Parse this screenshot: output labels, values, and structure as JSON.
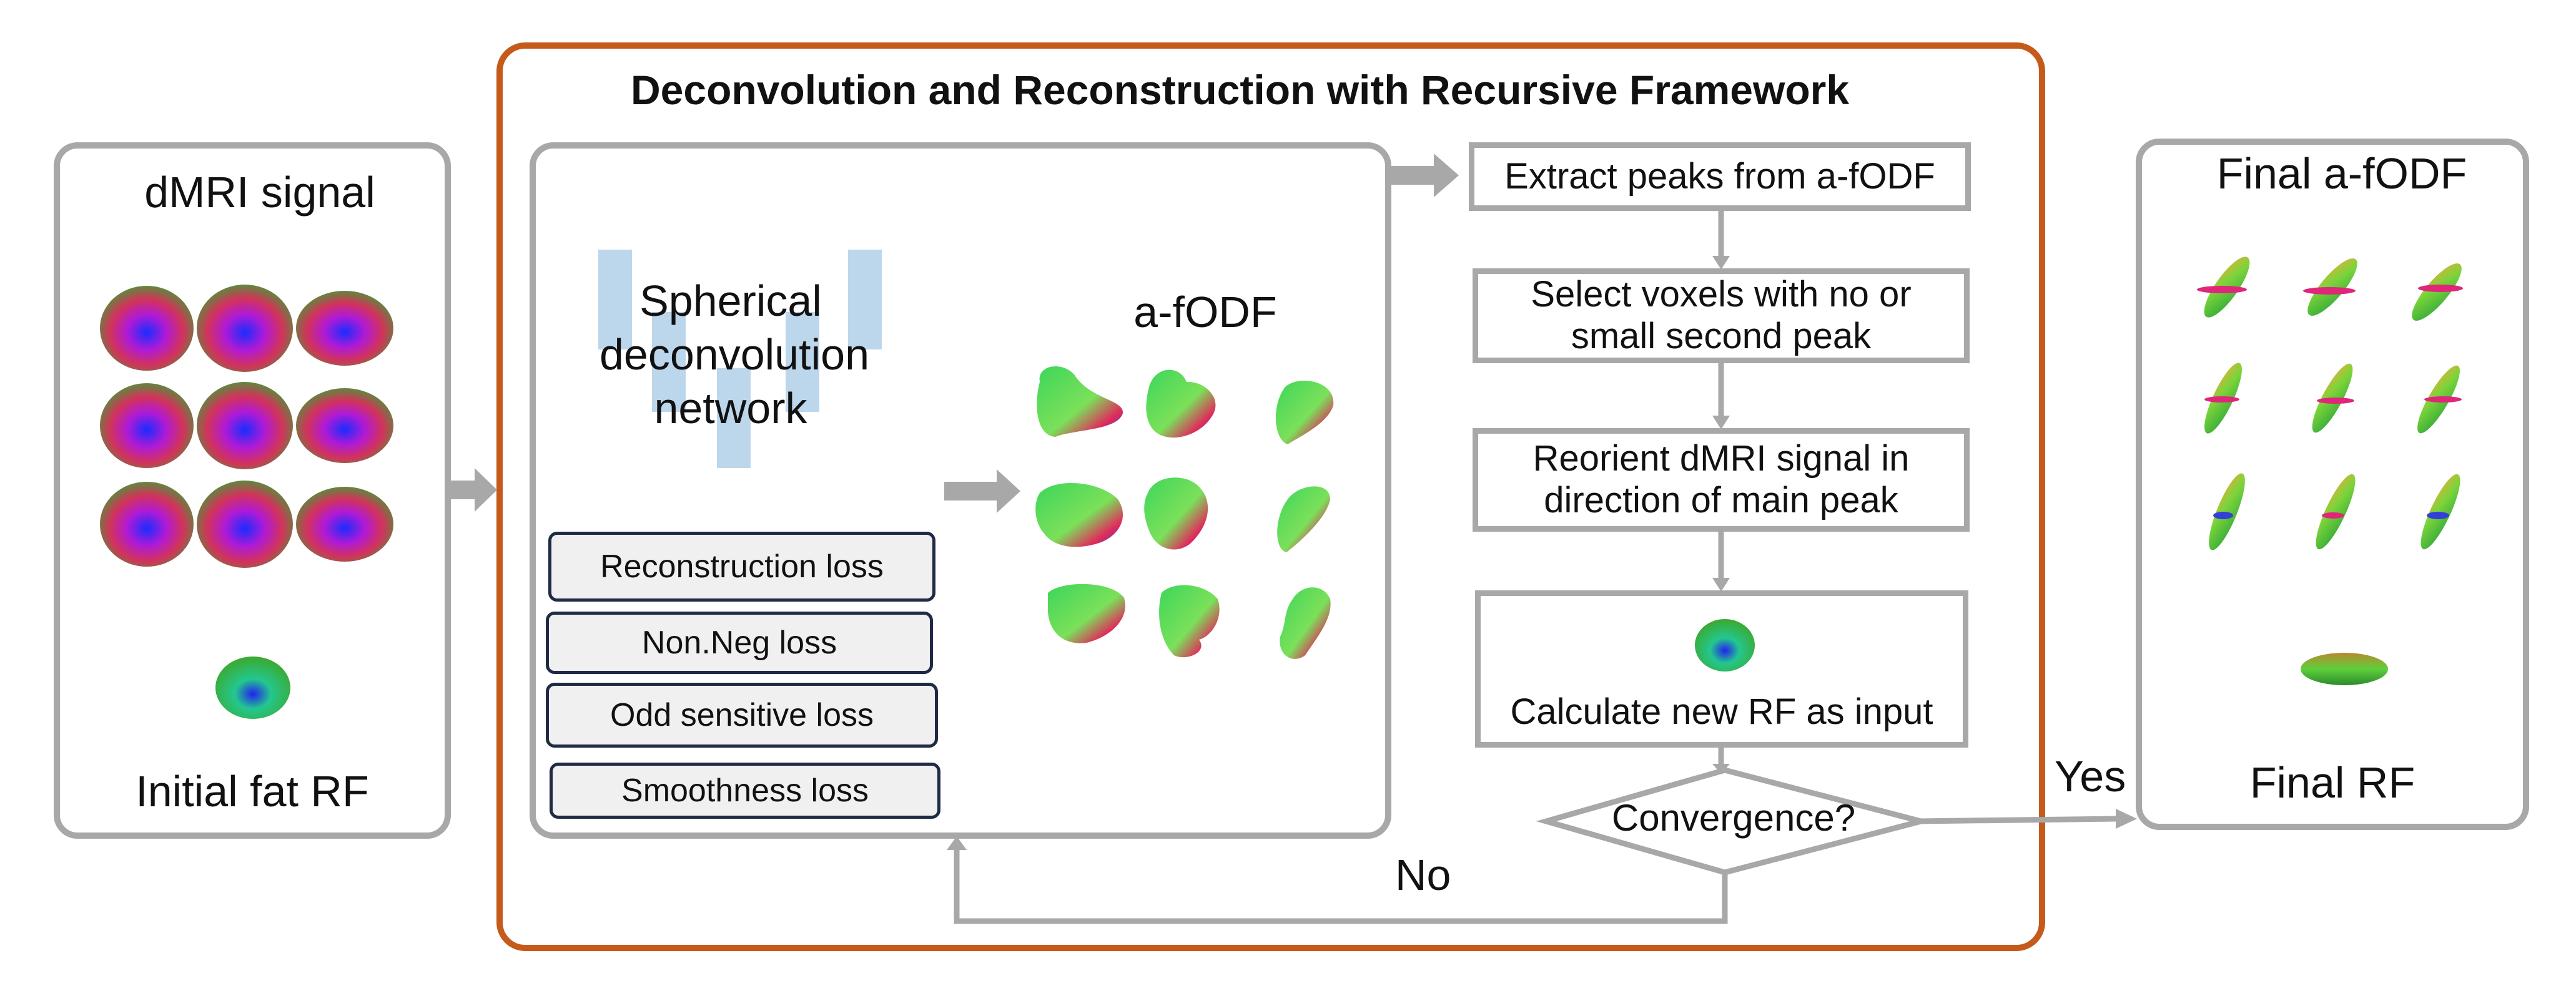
{
  "title": "Deconvolution and Reconstruction with Recursive Framework",
  "left_panel": {
    "top_label": "dMRI signal",
    "bottom_label": "Initial fat RF"
  },
  "network": {
    "label_line1": "Spherical",
    "label_line2": "deconvolution",
    "label_line3": "network",
    "output_label": "a-fODF",
    "losses": [
      "Reconstruction loss",
      "Non.Neg loss",
      "Odd sensitive loss",
      "Smoothness loss"
    ]
  },
  "steps": {
    "extract": "Extract peaks from a-fODF",
    "select_line1": "Select voxels with no or",
    "select_line2": "small second peak",
    "reorient_line1": "Reorient dMRI signal in",
    "reorient_line2": "direction of main peak",
    "calculate": "Calculate new RF as input",
    "convergence": "Convergence?",
    "yes": "Yes",
    "no": "No"
  },
  "right_panel": {
    "top_label": "Final a-fODF",
    "bottom_label": "Final RF"
  },
  "colors": {
    "frame_orange": "#c55a1a",
    "box_gray": "#a8a8a8",
    "loss_border": "#1f2a44",
    "network_blue": "#bcd6ec"
  }
}
